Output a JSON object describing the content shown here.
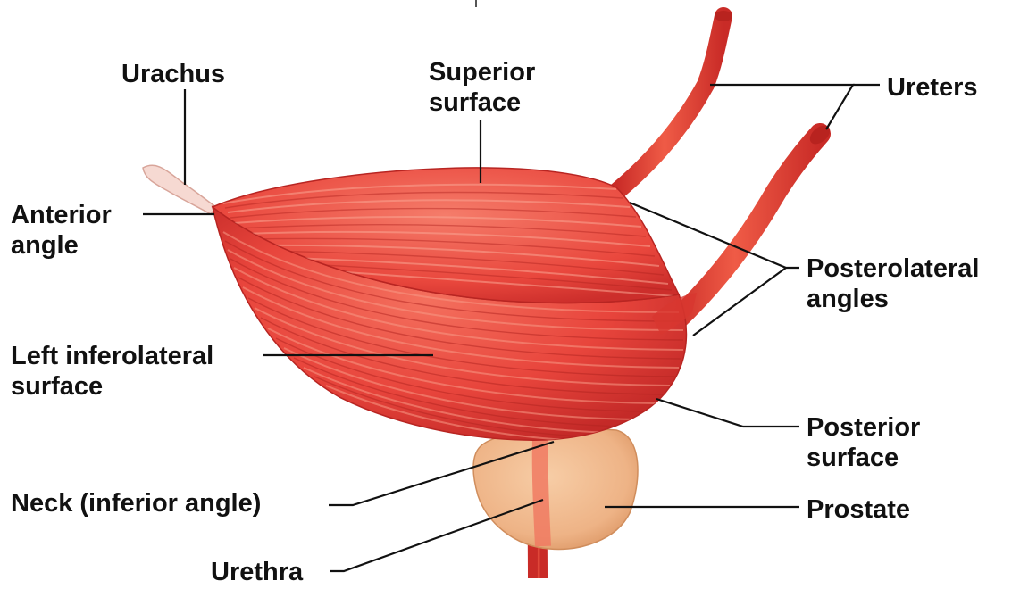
{
  "labels": {
    "urachus": "Urachus",
    "superior_surface": [
      "Superior",
      "surface"
    ],
    "ureters": "Ureters",
    "anterior_angle": [
      "Anterior",
      "angle"
    ],
    "posterolateral_angles": [
      "Posterolateral",
      "angles"
    ],
    "left_inferolateral_surface": [
      "Left inferolateral",
      "surface"
    ],
    "posterior_surface": [
      "Posterior",
      "surface"
    ],
    "neck": "Neck (inferior angle)",
    "prostate": "Prostate",
    "urethra": "Urethra"
  },
  "colors": {
    "muscle": "#e8453c",
    "muscle_dark": "#c8282a",
    "muscle_light": "#f58a78",
    "prostate": "#f0b98c",
    "prostate_dark": "#d99867",
    "urachus": "#f7dcd5",
    "label_text": "#111111",
    "background": "#ffffff"
  }
}
